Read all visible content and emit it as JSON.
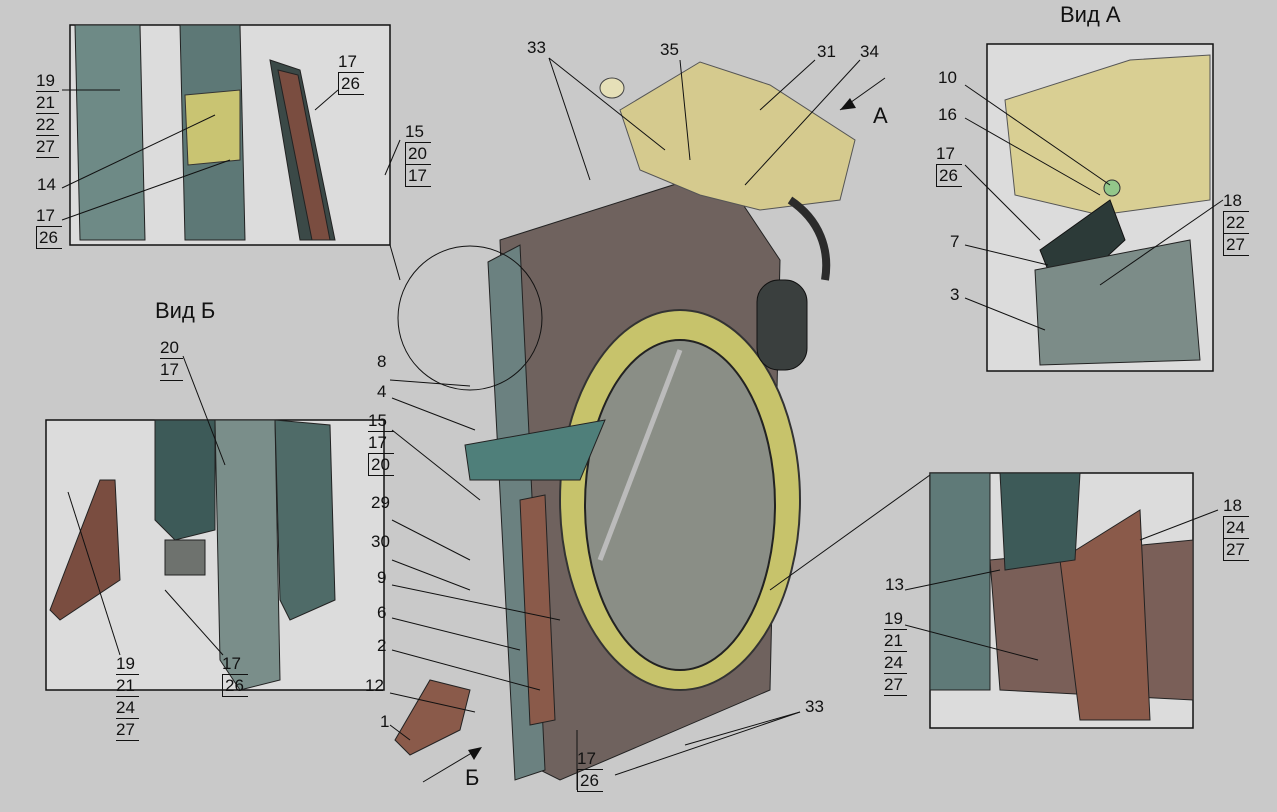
{
  "views": {
    "view_a": "Вид А",
    "view_b": "Вид Б",
    "arrow_a": "А",
    "arrow_b": "Б"
  },
  "labels": {
    "l33a": "33",
    "l35": "35",
    "l31": "31",
    "l34": "34",
    "l8": "8",
    "l4": "4",
    "l29": "29",
    "l30": "30",
    "l9": "9",
    "l6": "6",
    "l2": "2",
    "l12": "12",
    "l1": "1",
    "l33b": "33",
    "l14": "14",
    "l10": "10",
    "l16": "16",
    "l7": "7",
    "l3": "3",
    "l13": "13"
  },
  "stacks": {
    "tl_left": [
      "19",
      "21",
      "22",
      "27"
    ],
    "tl_right": [
      "17",
      "26"
    ],
    "tl_bottom": [
      "17",
      "26"
    ],
    "tl_outside": [
      "15",
      "20",
      "17"
    ],
    "center_15": [
      "15",
      "17",
      "20"
    ],
    "center_bottom": [
      "17",
      "26"
    ],
    "va_17": [
      "17",
      "26"
    ],
    "va_18": [
      "18",
      "22",
      "27"
    ],
    "vb_top": [
      "20",
      "17"
    ],
    "vb_left": [
      "19",
      "21",
      "24",
      "27"
    ],
    "vb_right": [
      "17",
      "26"
    ],
    "br_18": [
      "18",
      "24",
      "27"
    ],
    "br_19": [
      "19",
      "21",
      "24",
      "27"
    ]
  },
  "colors": {
    "frame": "#5a6e6c",
    "tank": "#cfc48a",
    "shroud": "#c8c46a",
    "core": "#7a6a66",
    "bracket": "#8a5a4a",
    "teal": "#4f7f7a"
  }
}
